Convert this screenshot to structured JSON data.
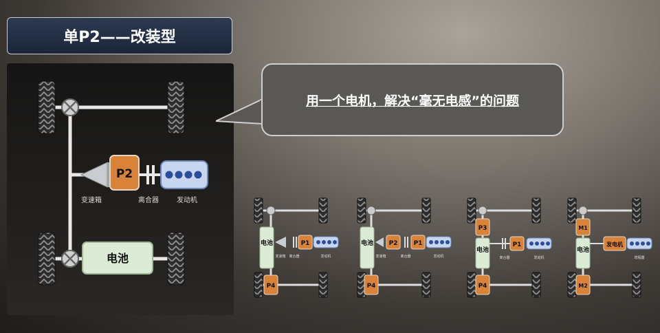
{
  "title": "单P2——改装型",
  "callout": "用一个电机，解决“毫无电感”的问题",
  "main_diagram": {
    "motor": "P2",
    "gearbox": "变速箱",
    "clutch": "离合器",
    "engine": "发动机",
    "battery": "电池"
  },
  "mini_diagrams": [
    {
      "battery": "电池",
      "rear": "P4",
      "motor": "P1",
      "gearbox": "变速箱",
      "clutch": "离合器",
      "engine": "发动机"
    },
    {
      "battery": "电池",
      "rear": "P4",
      "p2": "P2",
      "motor": "P1",
      "gearbox": "变速箱",
      "clutch": "离合器",
      "engine": "发动机"
    },
    {
      "battery": "电池",
      "rear": "P4",
      "front": "P3",
      "motor": "P1",
      "clutch": "离合器",
      "engine": "发动机"
    },
    {
      "battery": "电池",
      "front": "M1",
      "rear": "M2",
      "generator": "发电机",
      "engine": "增程器"
    }
  ],
  "colors": {
    "motor": "#d9823a",
    "battery": "#dcebd5",
    "engine": "#c7d6ee",
    "panel": "#1e1c1b"
  }
}
